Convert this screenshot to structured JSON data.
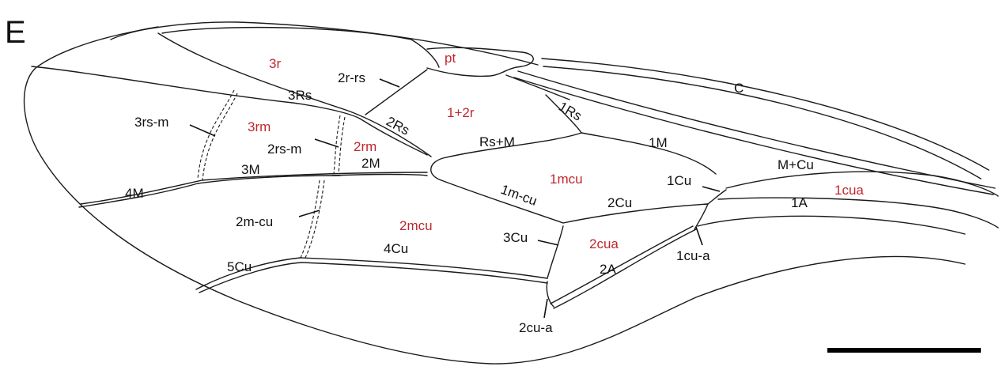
{
  "panel_letter": "E",
  "cell_labels": {
    "3r": "3r",
    "pt": "pt",
    "1p2r": "1+2r",
    "3rm": "3rm",
    "2rm": "2rm",
    "1mcu": "1mcu",
    "2mcu": "2mcu",
    "2cua": "2cua",
    "1cua": "1cua"
  },
  "vein_labels": {
    "C": "C",
    "2r-rs": "2r-rs",
    "3Rs": "3Rs",
    "1Rs": "1Rs",
    "3rs-m": "3rs-m",
    "2Rs": "2Rs",
    "Rs+M": "Rs+M",
    "1M": "1M",
    "2rs-m": "2rs-m",
    "M+Cu": "M+Cu",
    "3M": "3M",
    "2M": "2M",
    "4M": "4M",
    "1Cu": "1Cu",
    "1m-cu": "1m-cu",
    "2Cu": "2Cu",
    "1A": "1A",
    "2m-cu": "2m-cu",
    "3Cu": "3Cu",
    "5Cu": "5Cu",
    "4Cu": "4Cu",
    "1cu-a": "1cu-a",
    "2A": "2A",
    "2cu-a": "2cu-a"
  },
  "scale_bar_color": "#000000",
  "cell_label_color": "#c0272d"
}
